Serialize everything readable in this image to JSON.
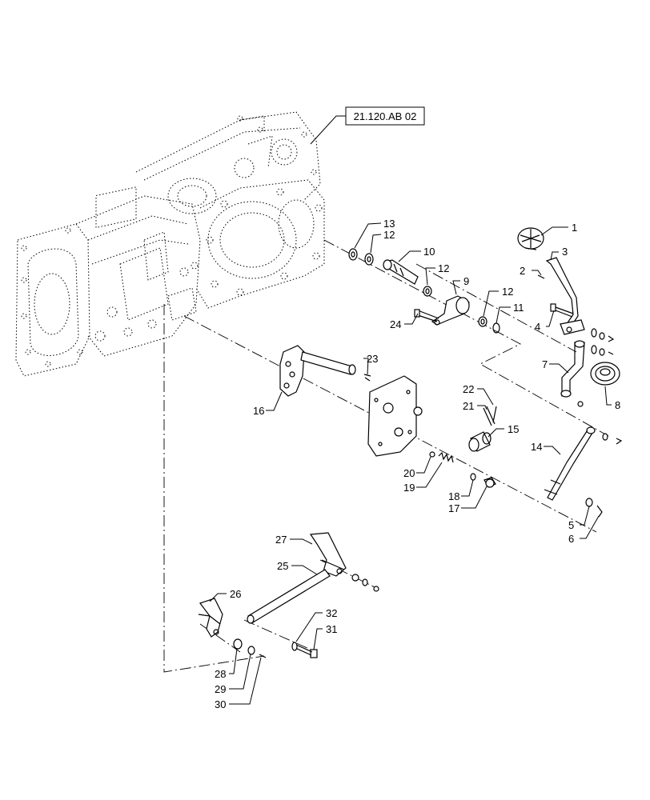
{
  "reference_label": "21.120.AB 02",
  "callouts": [
    "1",
    "2",
    "3",
    "4",
    "5",
    "6",
    "7",
    "8",
    "9",
    "10",
    "11",
    "12",
    "13",
    "14",
    "15",
    "16",
    "17",
    "18",
    "19",
    "20",
    "21",
    "22",
    "23",
    "24",
    "25",
    "26",
    "27",
    "28",
    "29",
    "30",
    "31",
    "32"
  ],
  "callout_12_repeats": [
    "12",
    "12",
    "12"
  ]
}
